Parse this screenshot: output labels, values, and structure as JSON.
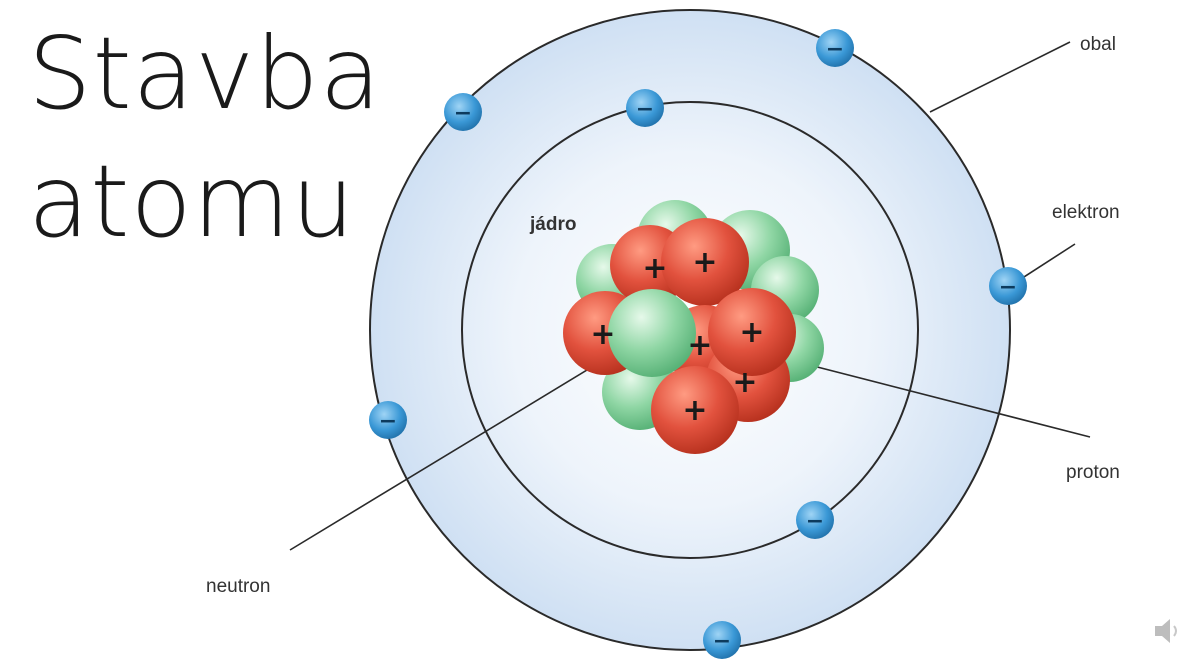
{
  "title": {
    "line1": "Stavba",
    "line2": "atomu"
  },
  "labels": {
    "shell": "obal",
    "electron": "elektron",
    "nucleus": "jádro",
    "proton": "proton",
    "neutron": "neutron"
  },
  "signs": {
    "proton": "+",
    "electron": "−"
  },
  "colors": {
    "shell_fill": "#dce9f7",
    "orbit_stroke": "#2a2a2a",
    "proton": "#e2523e",
    "neutron": "#8fd6a4",
    "electron": "#3a98d6"
  },
  "icons": {
    "audio": "speaker-icon"
  }
}
